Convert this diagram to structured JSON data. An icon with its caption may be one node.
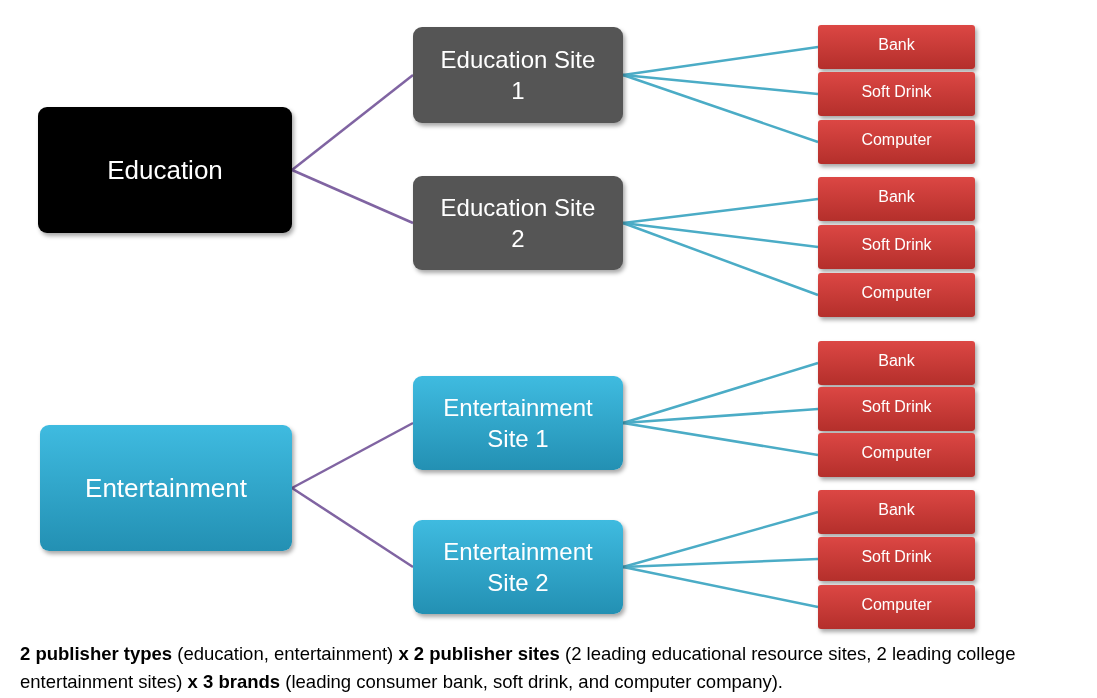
{
  "diagram": {
    "caption": "**2 publisher types** (education, entertainment) **x 2 publisher sites** (2 leading educational resource sites, 2 leading college entertainment sites) **x 3 brands** (leading consumer bank, soft drink, and computer company).",
    "nodes": [
      {
        "text": [
          "Education"
        ]
      },
      {
        "text": [
          "Education Site 1"
        ]
      },
      {
        "text": [
          "Education Site 2"
        ]
      },
      {
        "text": [
          "Bank"
        ]
      },
      {
        "text": [
          "Soft Drink"
        ]
      },
      {
        "text": [
          "Computer"
        ]
      },
      {
        "text": [
          "Bank"
        ]
      },
      {
        "text": [
          "Soft Drink"
        ]
      },
      {
        "text": [
          "Computer"
        ]
      },
      {
        "text": [
          "Entertainment"
        ]
      },
      {
        "text": [
          "Entertainment Site 1"
        ]
      },
      {
        "text": [
          "Entertainment Site 2"
        ]
      },
      {
        "text": [
          "Bank"
        ]
      },
      {
        "text": [
          "Soft Drink"
        ]
      },
      {
        "text": [
          "Computer"
        ]
      },
      {
        "text": [
          "Bank"
        ]
      },
      {
        "text": [
          "Soft Drink"
        ]
      },
      {
        "text": [
          "Computer"
        ]
      }
    ],
    "edges": [
      {
        "from": 0,
        "to": 1,
        "arrow": "none",
        "color": "#8064a2"
      },
      {
        "from": 0,
        "to": 2,
        "arrow": "none",
        "color": "#8064a2"
      },
      {
        "from": 1,
        "to": 3,
        "arrow": "none"
      },
      {
        "from": 1,
        "to": 4,
        "arrow": "none"
      },
      {
        "from": 1,
        "to": 5,
        "arrow": "none"
      },
      {
        "from": 2,
        "to": 6,
        "arrow": "none"
      },
      {
        "from": 2,
        "to": 7,
        "arrow": "none"
      },
      {
        "from": 2,
        "to": 8,
        "arrow": "none"
      },
      {
        "from": 9,
        "to": 10,
        "arrow": "none",
        "color": "#8064a2"
      },
      {
        "from": 9,
        "to": 11,
        "arrow": "none",
        "color": "#8064a2"
      },
      {
        "from": 10,
        "to": 12,
        "arrow": "none"
      },
      {
        "from": 10,
        "to": 13,
        "arrow": "none"
      },
      {
        "from": 10,
        "to": 14,
        "arrow": "none"
      },
      {
        "from": 11,
        "to": 15,
        "arrow": "none"
      },
      {
        "from": 11,
        "to": 16,
        "arrow": "none"
      },
      {
        "from": 11,
        "to": 17,
        "arrow": "none"
      }
    ]
  }
}
